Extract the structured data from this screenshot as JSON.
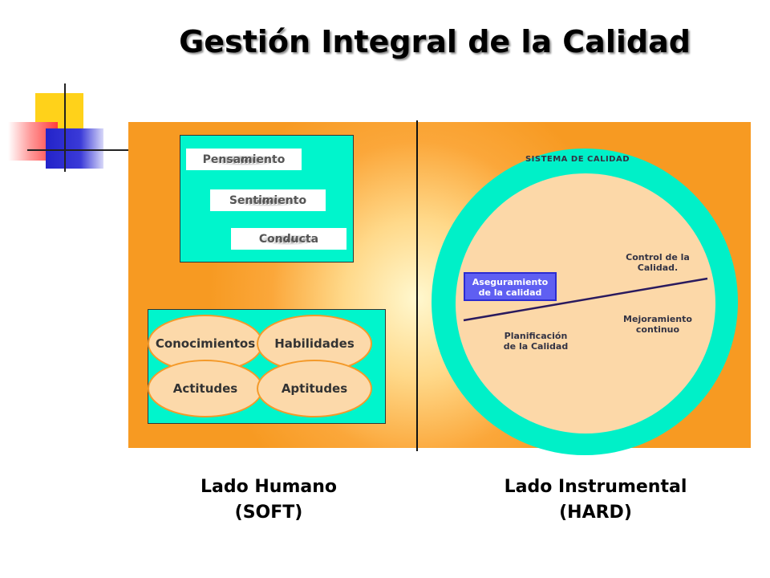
{
  "title": "Gestión Integral de la Calidad",
  "soft": {
    "bars": [
      "Pensamiento",
      "Sentimiento",
      "Conducta"
    ],
    "ovals": [
      "Conocimientos",
      "Habilidades",
      "Actitudes",
      "Aptitudes"
    ],
    "label": "Lado Humano\n(SOFT)"
  },
  "hard": {
    "system_label": "SISTEMA DE CALIDAD",
    "aseguramiento": "Aseguramiento\nde la calidad",
    "control": "Control de la\nCalidad.",
    "mejoramiento": "Mejoramiento\ncontinuo",
    "planificacion": "Planificación\nde la Calidad",
    "label": "Lado Instrumental\n(HARD)"
  },
  "colors": {
    "orange": "#f79a22",
    "teal": "#00f5cc",
    "peach": "#fcd8a8",
    "blue_box": "#5f5ff2",
    "navy_line": "#2a1a5e"
  }
}
